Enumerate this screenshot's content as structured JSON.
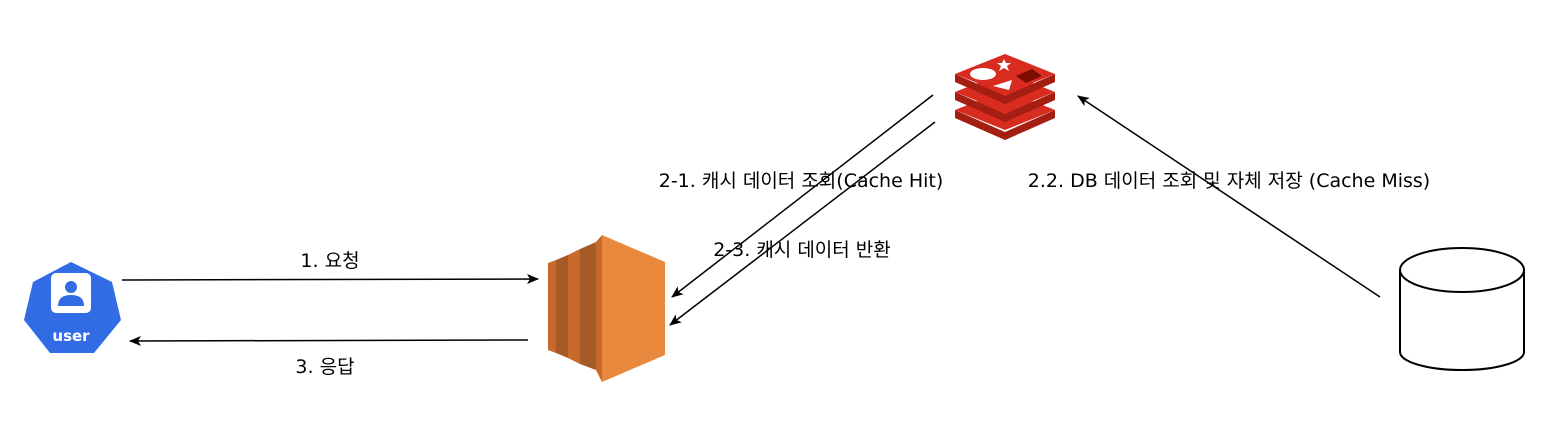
{
  "nodes": {
    "user": {
      "label": "user",
      "color": "#326CE5"
    },
    "server": {
      "icon": "ec2-server-icon",
      "colors": {
        "face": "#E7883C",
        "dark": "#A65A25",
        "mid": "#C7692A"
      }
    },
    "cache": {
      "icon": "redis-icon",
      "colors": {
        "top": "#D82C20",
        "side": "#A41E11"
      }
    },
    "database": {
      "icon": "database-cylinder-icon"
    }
  },
  "edges": {
    "request": "1. 요청",
    "response": "3. 응답",
    "cache_hit": "2-1. 캐시 데이터 조회(Cache Hit)",
    "cache_return": "2-3. 캐시 데이터 반환",
    "cache_miss": "2.2. DB 데이터 조회 및 자체 저장 (Cache Miss)"
  }
}
